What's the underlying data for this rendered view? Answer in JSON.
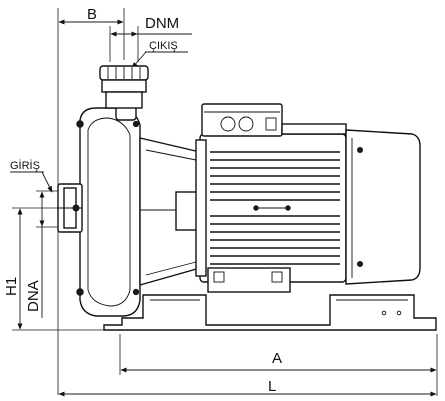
{
  "labels": {
    "b": "B",
    "dnm": "DNM",
    "cikis": "ÇIKIŞ",
    "giris": "GİRİŞ",
    "h1": "H1",
    "dna": "DNA",
    "a": "A",
    "l": "L"
  },
  "colors": {
    "line": "#111111",
    "background": "#ffffff"
  }
}
